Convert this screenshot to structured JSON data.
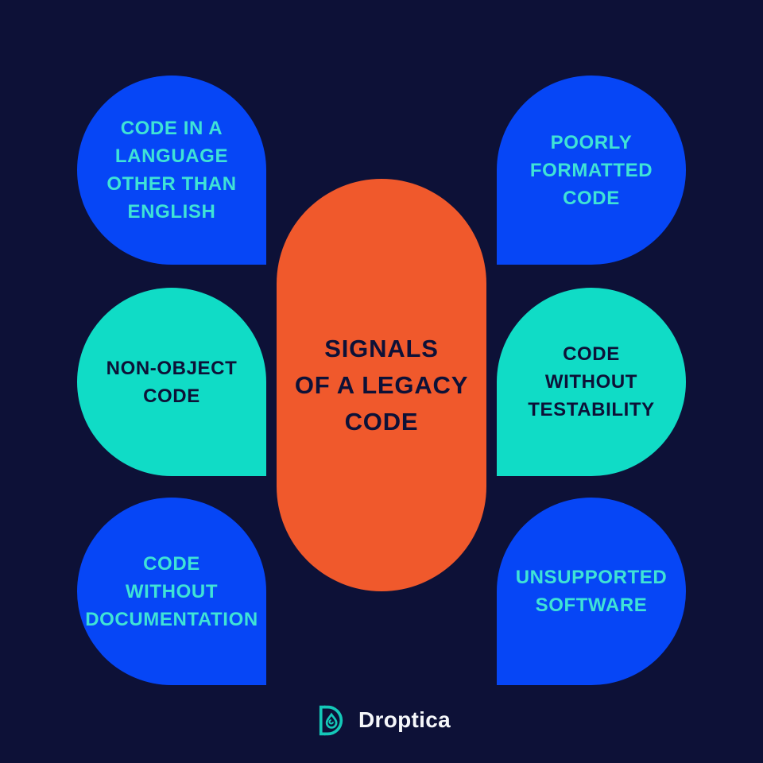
{
  "title": {
    "text": "SIGNALS OF A LEGACY CODE",
    "lines": [
      "SIGNALS",
      "OF A LEGACY",
      "CODE"
    ]
  },
  "signals": [
    {
      "name": "code-in-a-language-other-than-english",
      "position": "top-left",
      "color": "blue",
      "text": "CODE IN A LANGUAGE OTHER THAN ENGLISH",
      "lines": [
        "CODE IN A",
        "LANGUAGE",
        "OTHER THAN",
        "ENGLISH"
      ]
    },
    {
      "name": "poorly-formatted-code",
      "position": "top-right",
      "color": "blue",
      "text": "POORLY FORMATTED CODE",
      "lines": [
        "POORLY",
        "FORMATTED",
        "CODE"
      ]
    },
    {
      "name": "non-object-code",
      "position": "middle-left",
      "color": "teal",
      "text": "NON-OBJECT CODE",
      "lines": [
        "NON-OBJECT",
        "CODE"
      ]
    },
    {
      "name": "code-without-testability",
      "position": "middle-right",
      "color": "teal",
      "text": "CODE WITHOUT TESTABILITY",
      "lines": [
        "CODE",
        "WITHOUT",
        "TESTABILITY"
      ]
    },
    {
      "name": "code-without-documentation",
      "position": "bottom-left",
      "color": "blue",
      "text": "CODE WITHOUT DOCUMENTATION",
      "lines": [
        "CODE",
        "WITHOUT",
        "DOCUMENTATION"
      ]
    },
    {
      "name": "unsupported-software",
      "position": "bottom-right",
      "color": "blue",
      "text": "UNSUPPORTED SOFTWARE",
      "lines": [
        "UNSUPPORTED",
        "SOFTWARE"
      ]
    }
  ],
  "footer": {
    "brand": "Droptica",
    "logo_icon": "droptica-drop-icon"
  },
  "colors": {
    "background": "#0d1137",
    "blue_bubble": "#0646f6",
    "teal_bubble": "#10dcc6",
    "cyan_text": "#3fe3d6",
    "navy_text": "#0d1137",
    "orange_capsule": "#f0592c",
    "logo_teal": "#14c8b8",
    "brand_text": "#f5f7fa"
  }
}
